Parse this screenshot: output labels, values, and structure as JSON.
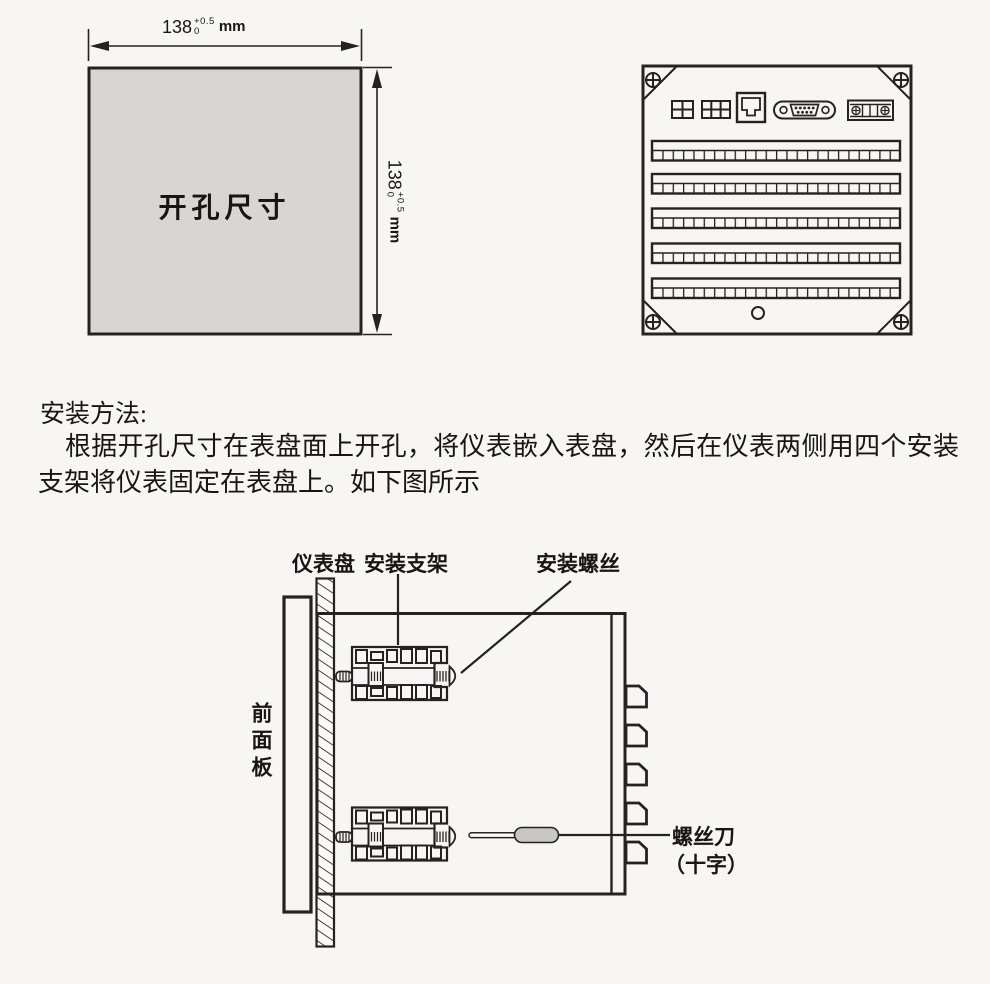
{
  "page": {
    "bg": "#f7f6f4",
    "ink": "#272220"
  },
  "cutout": {
    "label": "开孔尺寸",
    "fill": "#d8d6d3",
    "width_dim": {
      "value": "138",
      "tol_upper": "+0.5",
      "tol_lower": "0",
      "unit": "mm"
    },
    "height_dim": {
      "value": "138",
      "tol_upper": "+0.5",
      "tol_lower": "0",
      "unit": "mm"
    }
  },
  "rear_panel": {
    "connector_icons": [
      "terminal-2pin",
      "terminal-3pin",
      "rj45-jack",
      "db9-serial-port",
      "power-terminal"
    ],
    "corner_screw_icon": "phillips-screw",
    "terminal_strip_count": 5,
    "terminals_per_strip": 24
  },
  "instructions": {
    "title": "安装方法:",
    "body": "根据开孔尺寸在表盘面上开孔，将仪表嵌入表盘，然后在仪表两侧用四个安装支架将仪表固定在表盘上。如下图所示"
  },
  "diagram": {
    "panel_label": "仪表盘",
    "bracket_label": "安装支架",
    "screw_label": "安装螺丝",
    "front_panel_label": "前面板",
    "screwdriver_label": "螺丝刀",
    "screwdriver_type_label": "（十字）",
    "handle_fill": "#c9c7c4"
  }
}
